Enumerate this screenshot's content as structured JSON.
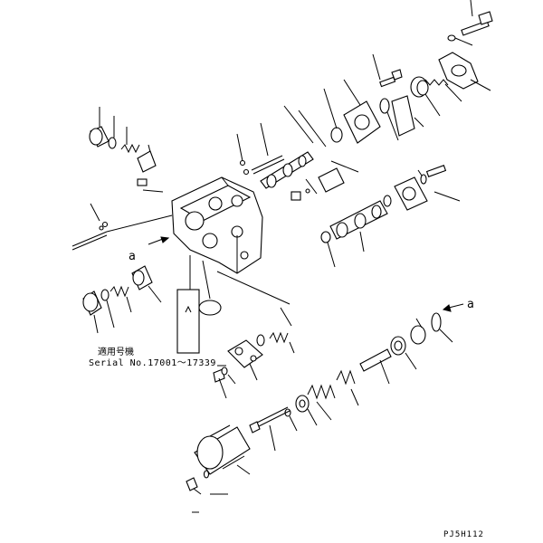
{
  "diagram": {
    "serial_note_jp": "適用号機",
    "serial_note": "Serial No.17001〜17339",
    "arrow_label_a_left": "a",
    "arrow_label_a_right": "a",
    "drawing_code": "PJ5H112"
  },
  "icons": {
    "arrow_left": "arrow-left-icon",
    "arrow_right": "arrow-right-icon"
  }
}
